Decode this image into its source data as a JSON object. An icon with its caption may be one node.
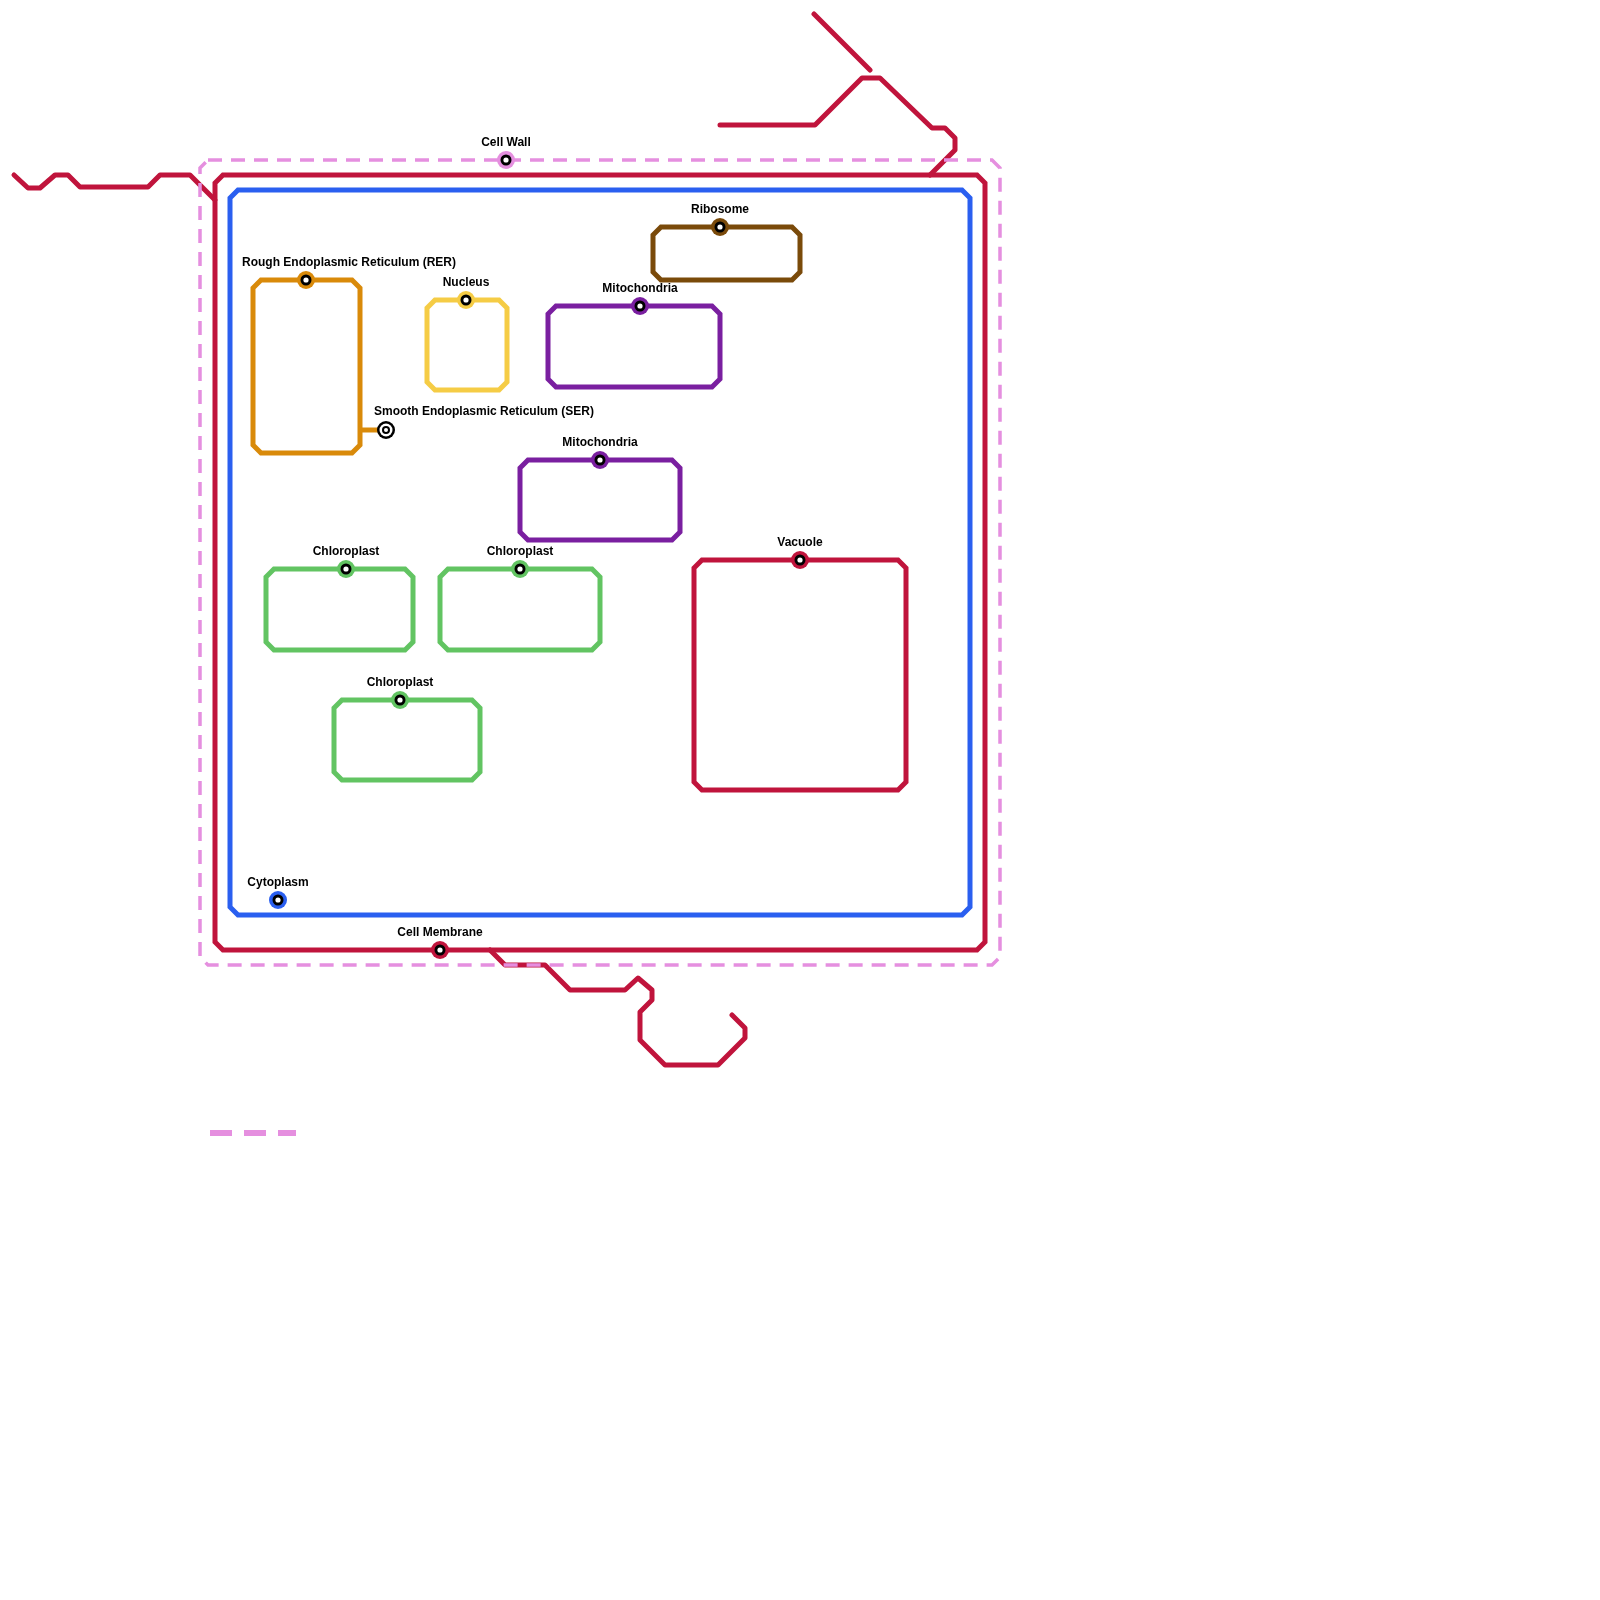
{
  "diagram": {
    "nodes": [
      {
        "text": [
          "Cell Wall"
        ]
      },
      {
        "text": [
          "Cell Membrane"
        ],
        "in": 0
      },
      {
        "text": [
          "Cytoplasm"
        ],
        "in": 1
      },
      {
        "text": [
          "Ribosome"
        ],
        "in": 2
      },
      {
        "text": [
          "Rough Endoplasmic Reticulum (RER)"
        ],
        "in": 2
      },
      {
        "text": [
          "Mitochondria"
        ],
        "in": 2
      },
      {
        "text": [
          "Nucleus"
        ],
        "in": 2
      },
      {
        "text": [
          "Smooth Endoplasmic Reticulum (SER)"
        ],
        "in": 2
      },
      {
        "text": [
          "Mitochondria"
        ],
        "in": 2
      },
      {
        "text": [
          "Vacuole"
        ],
        "in": 2
      },
      {
        "text": [
          "Chloroplast"
        ],
        "in": 2
      },
      {
        "text": [
          "Chloroplast"
        ],
        "in": 2
      },
      {
        "text": [
          "Chloroplast"
        ],
        "in": 2
      }
    ]
  }
}
